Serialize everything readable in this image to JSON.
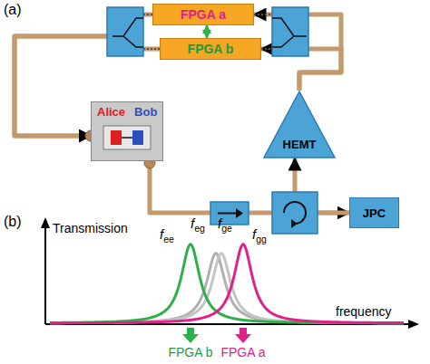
{
  "diagram": {
    "nodes": [
      {
        "text": [
          "FPGA a"
        ]
      },
      {
        "text": [
          "FPGA b"
        ]
      },
      {
        "text": [
          "HEMT"
        ]
      },
      {
        "text": [
          "Alice",
          "Bob"
        ]
      },
      {
        "text": [
          "JPC"
        ]
      }
    ],
    "edges": [
      {
        "from": 0,
        "to": 1,
        "arrow": "both"
      },
      {
        "from": 0,
        "to": 3,
        "arrow": "to"
      },
      {
        "from": 1,
        "to": 3,
        "arrow": "to"
      },
      {
        "from": 3,
        "to": 4,
        "arrow": "to"
      },
      {
        "from": 4,
        "to": 2,
        "arrow": "to"
      },
      {
        "from": 2,
        "to": 0,
        "arrow": "to"
      },
      {
        "from": 2,
        "to": 1,
        "arrow": "to"
      }
    ],
    "labels": [
      "(a)",
      "(b)",
      "Transmission",
      "fee",
      "feg",
      "fge",
      "fgg",
      "frequency",
      "FPGA b",
      "FPGA a"
    ]
  }
}
